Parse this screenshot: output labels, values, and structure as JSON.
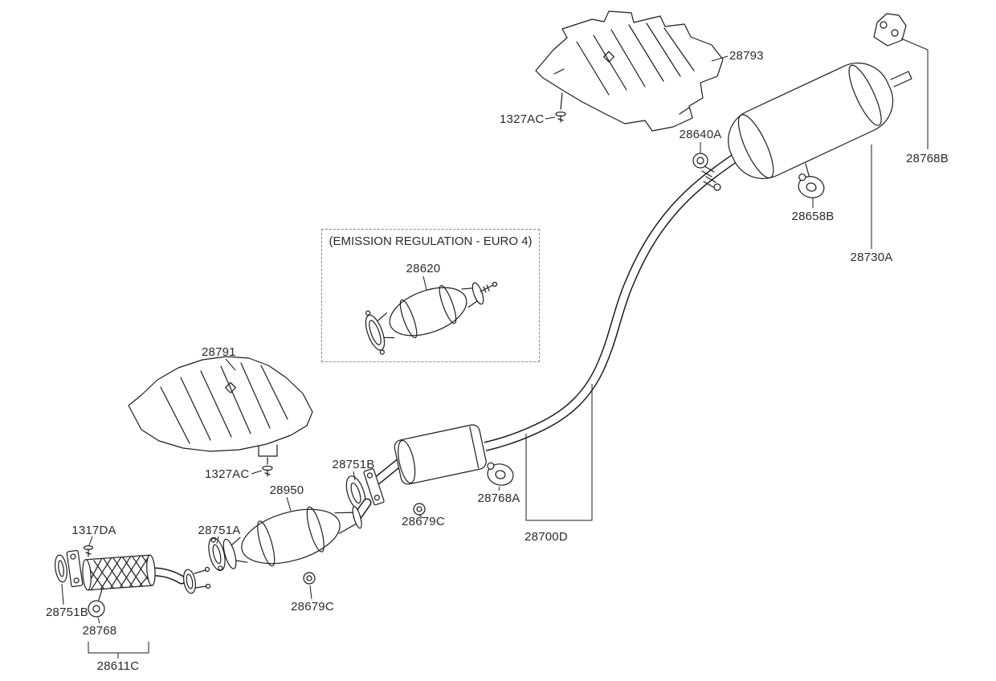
{
  "page": {
    "background": "#ffffff",
    "line_color": "#1c1c1c",
    "label_color": "#2b2b2b"
  },
  "emission_box": {
    "title": "(EMISSION REGULATION - EURO 4)"
  },
  "labels": [
    {
      "part": "heat-shield-rear",
      "text": "28793"
    },
    {
      "part": "mount-bolt-rear",
      "text": "1327AC"
    },
    {
      "part": "hanger-clamp",
      "text": "28640A"
    },
    {
      "part": "mount-bracket-rear",
      "text": "28768B"
    },
    {
      "part": "rubber-hanger-rear",
      "text": "28658B"
    },
    {
      "part": "rear-muffler",
      "text": "28730A"
    },
    {
      "part": "catalytic-converter-euro4",
      "text": "28620"
    },
    {
      "part": "heat-shield-center",
      "text": "28791"
    },
    {
      "part": "mount-bolt-center",
      "text": "1327AC"
    },
    {
      "part": "gasket-center",
      "text": "28751B"
    },
    {
      "part": "center-catalytic-converter",
      "text": "28950"
    },
    {
      "part": "nut-center",
      "text": "28679C"
    },
    {
      "part": "rubber-hanger-center",
      "text": "28768A"
    },
    {
      "part": "center-exhaust-pipe",
      "text": "28700D"
    },
    {
      "part": "flange-bolt-front",
      "text": "1317DA"
    },
    {
      "part": "gasket-mid-front",
      "text": "28751A"
    },
    {
      "part": "gasket-front",
      "text": "28751B"
    },
    {
      "part": "hanger-front",
      "text": "28768"
    },
    {
      "part": "nut-front",
      "text": "28679C"
    },
    {
      "part": "front-exhaust-pipe",
      "text": "28611C"
    }
  ]
}
